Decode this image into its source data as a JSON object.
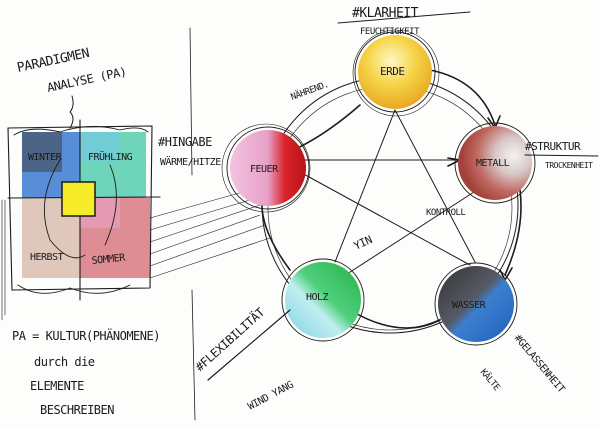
{
  "left": {
    "title_line1": "PARADIGMEN",
    "title_line2": "ANALYSE (PA)",
    "quadrants": {
      "winter": "WINTER",
      "fruehling": "FRÜHLING",
      "herbst": "HERBST",
      "sommer": "SOMMER"
    },
    "note_line1": "PA = KULTUR(PHÄNOMENE)",
    "note_line2": "durch die",
    "note_line3": "ELEMENTE",
    "note_line4": "BESCHREIBEN"
  },
  "elements": {
    "erde": {
      "label": "ERDE",
      "tag": "#KLARHEIT",
      "quality": "FEUCHTIGKEIT",
      "color": "#f2c230"
    },
    "metall": {
      "label": "METALL",
      "tag": "#STRUKTUR",
      "quality": "TROCKENHEIT",
      "color": "#c2584f"
    },
    "wasser": {
      "label": "WASSER",
      "tag": "#GELASSENHEIT",
      "quality": "KÄLTE",
      "color": "#2f6fc4"
    },
    "holz": {
      "label": "HOLZ",
      "tag": "#FLEXIBILITÄT",
      "quality": "WIND YANG",
      "color": "#3fbf5f"
    },
    "feuer": {
      "label": "FEUER",
      "tag": "#HINGABE",
      "quality": "WÄRME/HITZE",
      "color": "#d8242a"
    }
  },
  "cycle_labels": {
    "naehrend": "NÄHREND.",
    "kontroll": "KONTROLL",
    "yin": "YIN"
  }
}
